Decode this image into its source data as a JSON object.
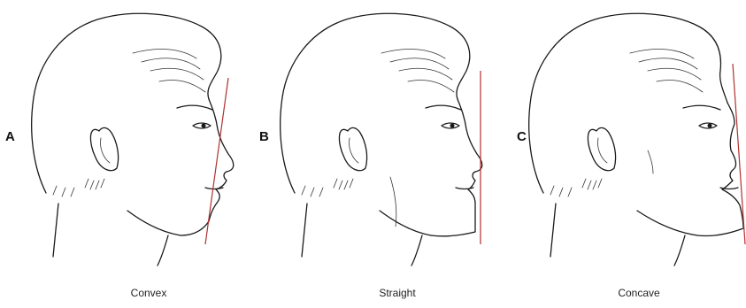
{
  "panels": [
    {
      "letter": "A",
      "caption": "Convex",
      "line_color": "#b03030"
    },
    {
      "letter": "B",
      "caption": "Straight",
      "line_color": "#b03030"
    },
    {
      "letter": "C",
      "caption": "Concave",
      "line_color": "#b03030"
    }
  ]
}
